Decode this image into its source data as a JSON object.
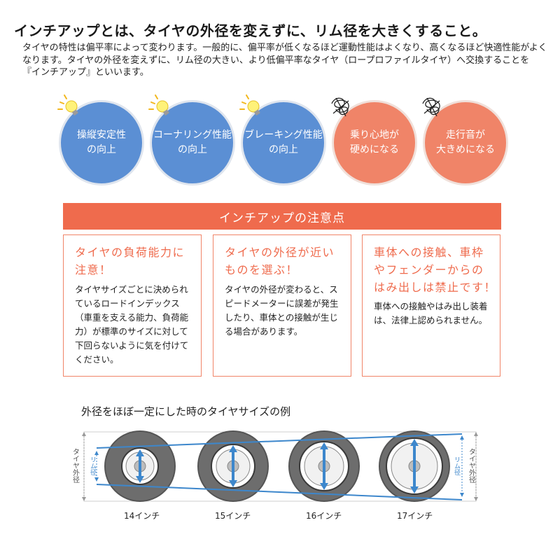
{
  "header": {
    "title": "インチアップとは、タイヤの外径を変えずに、リム径を大きくすること。",
    "intro": "タイヤの特性は偏平率によって変わります。一般的に、偏平率が低くなるほど運動性能はよくなり、高くなるほど快適性能がよくなります。タイヤの外径を変えずに、リム径の大きい、より低偏平率なタイヤ（ロープロファイルタイヤ）へ交換することを『インチアップ』といいます。"
  },
  "effects": [
    {
      "label": "操縦安定性\nの向上",
      "icon": "lightbulb-icon",
      "kind": "merit"
    },
    {
      "label": "コーナリング性能\nの向上",
      "icon": "lightbulb-icon",
      "kind": "merit"
    },
    {
      "label": "ブレーキング性能\nの向上",
      "icon": "lightbulb-icon",
      "kind": "merit"
    },
    {
      "label": "乗り心地が\n硬めになる",
      "icon": "scribble-icon",
      "kind": "demerit"
    },
    {
      "label": "走行音が\n大きめになる",
      "icon": "scribble-icon",
      "kind": "demerit"
    }
  ],
  "notice": {
    "title": "インチアップの注意点",
    "cards": [
      {
        "heading": "タイヤの負荷能力に\n注意！",
        "body": "タイヤサイズごとに決められているロードインデックス（車重を支える能力、負荷能力）が標準のサイズに対して下回らないように気を付けてください。"
      },
      {
        "heading": "タイヤの外径が近い\nものを選ぶ！",
        "body": "タイヤの外径が変わると、スピードメーターに誤差が発生したり、車体との接触が生じる場合があります。"
      },
      {
        "heading": "車体への接触、車枠\nやフェンダーからの\nはみ出しは禁止です！",
        "body": "車体への接触やはみ出し装着は、法律上認められません。"
      }
    ]
  },
  "example": {
    "title": "外径をほぼ一定にした時のタイヤサイズの例",
    "outer_label": "タイヤ外径",
    "rim_label": "リム径",
    "sizes": [
      "14インチ",
      "15インチ",
      "16インチ",
      "17インチ"
    ]
  },
  "colors": {
    "merit_blue": "#5b8fd4",
    "demerit_red": "#f08468",
    "notice_orange": "#ef6b4d",
    "rim_arrow_blue": "#3d87cc",
    "tire_gray": "#6d6d6d"
  }
}
